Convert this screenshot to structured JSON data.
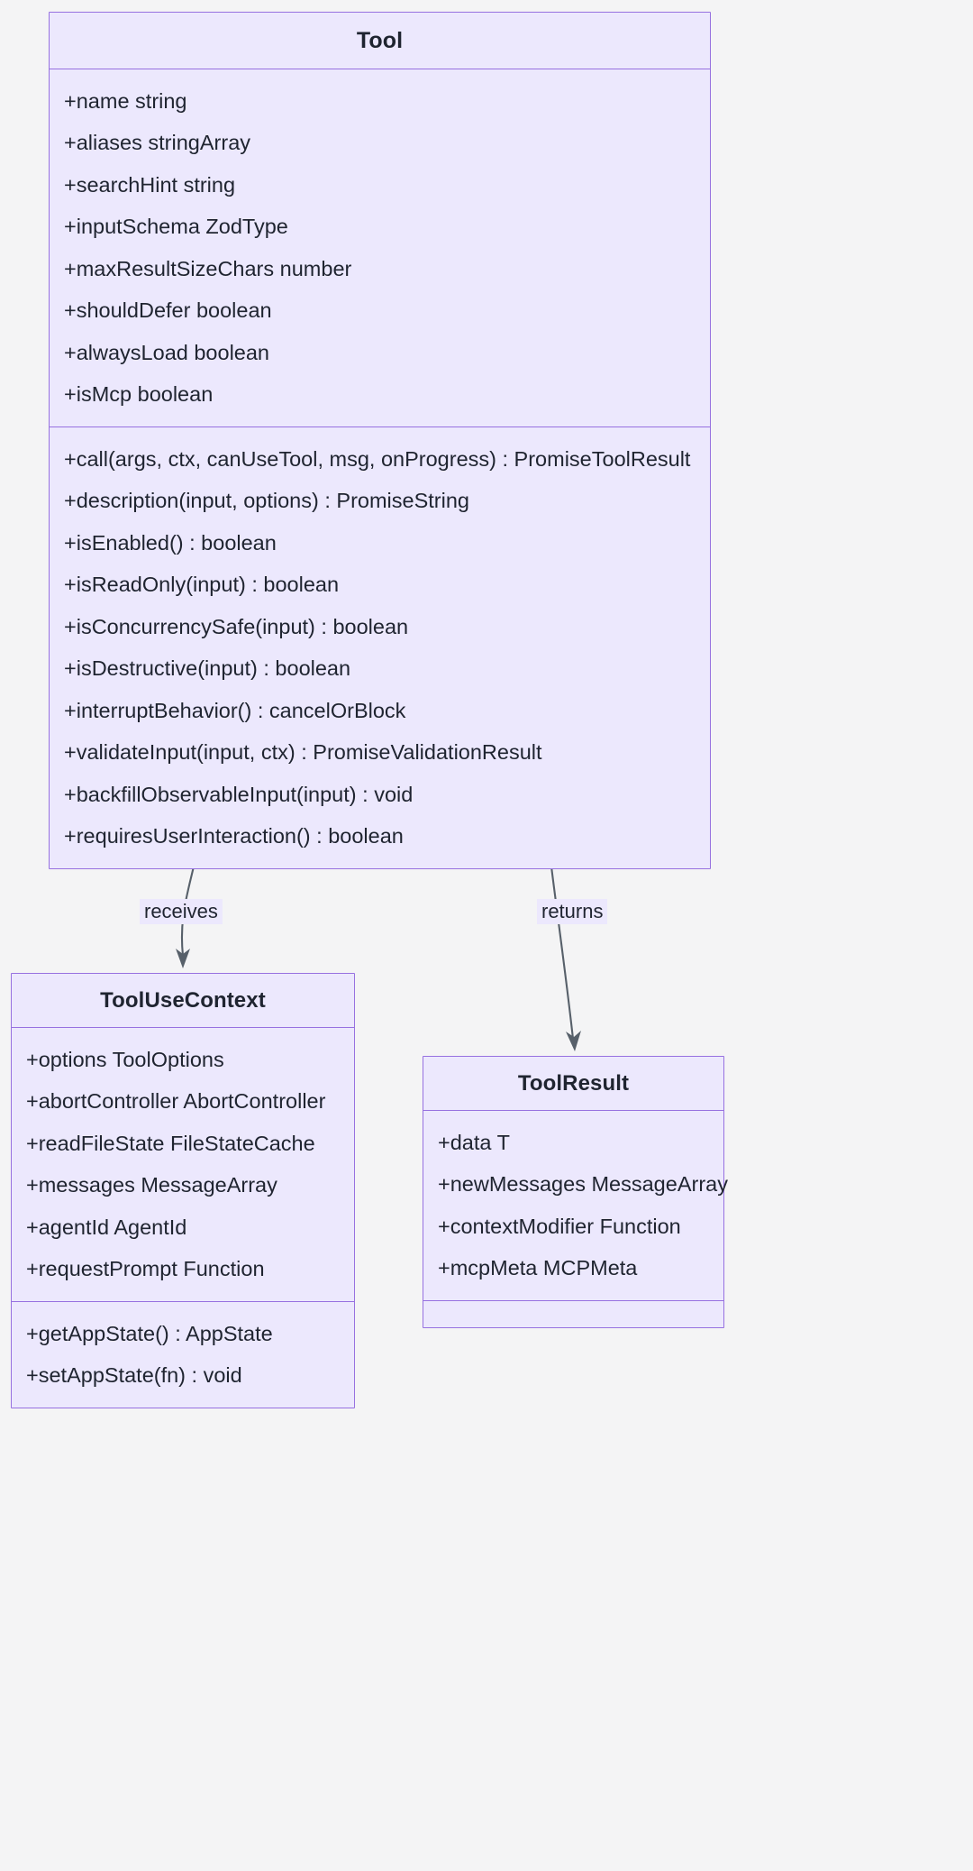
{
  "diagram": {
    "type": "uml-class-diagram",
    "background_color": "#f4f4f5",
    "class_fill_color": "#ece8fd",
    "class_border_color": "#9771e0",
    "text_color": "#1f2430",
    "edge_color": "#57606a"
  },
  "classes": {
    "tool": {
      "name": "Tool",
      "attributes": [
        "+name string",
        "+aliases stringArray",
        "+searchHint string",
        "+inputSchema ZodType",
        "+maxResultSizeChars number",
        "+shouldDefer boolean",
        "+alwaysLoad boolean",
        "+isMcp boolean"
      ],
      "methods": [
        "+call(args, ctx, canUseTool, msg, onProgress) : PromiseToolResult",
        "+description(input, options) : PromiseString",
        "+isEnabled() : boolean",
        "+isReadOnly(input) : boolean",
        "+isConcurrencySafe(input) : boolean",
        "+isDestructive(input) : boolean",
        "+interruptBehavior() : cancelOrBlock",
        "+validateInput(input, ctx) : PromiseValidationResult",
        "+backfillObservableInput(input) : void",
        "+requiresUserInteraction() : boolean"
      ]
    },
    "tool_use_context": {
      "name": "ToolUseContext",
      "attributes": [
        "+options ToolOptions",
        "+abortController AbortController",
        "+readFileState FileStateCache",
        "+messages MessageArray",
        "+agentId AgentId",
        "+requestPrompt Function"
      ],
      "methods": [
        "+getAppState() : AppState",
        "+setAppState(fn) : void"
      ]
    },
    "tool_result": {
      "name": "ToolResult",
      "attributes": [
        "+data T",
        "+newMessages MessageArray",
        "+contextModifier Function",
        "+mcpMeta MCPMeta"
      ],
      "methods": []
    }
  },
  "relationships": [
    {
      "id": "receives",
      "label": "receives",
      "from": "Tool",
      "to": "ToolUseContext",
      "arrow": "open-arrow"
    },
    {
      "id": "returns",
      "label": "returns",
      "from": "Tool",
      "to": "ToolResult",
      "arrow": "open-arrow"
    }
  ]
}
